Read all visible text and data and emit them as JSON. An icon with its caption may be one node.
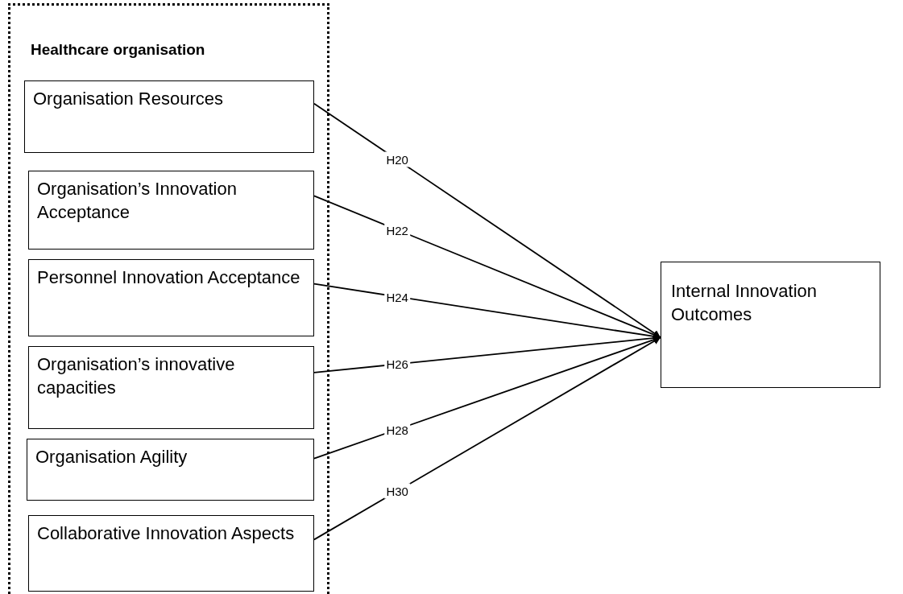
{
  "diagram": {
    "nodes": [
      {
        "text": [
          "Healthcare organisation"
        ]
      },
      {
        "text": [
          "Organisation Resources"
        ],
        "in": 0
      },
      {
        "text": [
          "Organisation’s Innovation Acceptance"
        ],
        "in": 0
      },
      {
        "text": [
          "Personnel Innovation Acceptance"
        ],
        "in": 0
      },
      {
        "text": [
          "Organisation’s innovative capacities"
        ],
        "in": 0
      },
      {
        "text": [
          "Organisation Agility"
        ],
        "in": 0
      },
      {
        "text": [
          "Collaborative Innovation Aspects"
        ],
        "in": 0
      },
      {
        "text": [
          "Internal Innovation Outcomes"
        ]
      }
    ],
    "edges": [
      {
        "from": 1,
        "to": 7,
        "arrow": "to",
        "label": "H20"
      },
      {
        "from": 2,
        "to": 7,
        "arrow": "to",
        "label": "H22"
      },
      {
        "from": 3,
        "to": 7,
        "arrow": "to",
        "label": "H24"
      },
      {
        "from": 4,
        "to": 7,
        "arrow": "to",
        "label": "H26"
      },
      {
        "from": 5,
        "to": 7,
        "arrow": "to",
        "label": "H28"
      },
      {
        "from": 6,
        "to": 7,
        "arrow": "to",
        "label": "H30"
      }
    ]
  }
}
